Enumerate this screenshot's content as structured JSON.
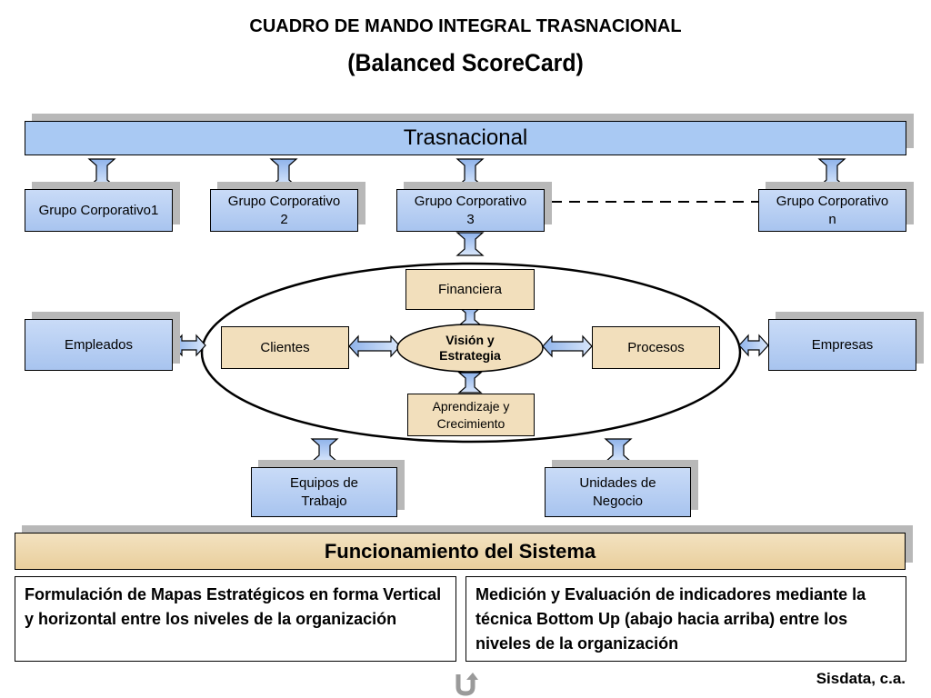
{
  "title": "CUADRO DE MANDO INTEGRAL TRASNACIONAL",
  "subtitle": "(Balanced ScoreCard)",
  "top_bar": "Trasnacional",
  "grupos": [
    "Grupo Corporativo1",
    "Grupo Corporativo 2",
    "Grupo Corporativo 3",
    "Grupo Corporativo n"
  ],
  "stakeholders": {
    "left": "Empleados",
    "right": "Empresas"
  },
  "perspectivas": {
    "top": "Financiera",
    "left": "Clientes",
    "center": "Visión y Estrategia",
    "right": "Procesos",
    "bottom": "Aprendizaje y Crecimiento"
  },
  "unidades": [
    "Equipos de Trabajo",
    "Unidades de Negocio"
  ],
  "sistema": "Funcionamiento del Sistema",
  "notes": [
    "Formulación de Mapas Estratégicos en forma Vertical y horizontal entre los niveles de la organización",
    "Medición y Evaluación de indicadores mediante la técnica Bottom Up (abajo hacia arriba) entre los niveles  de la organización"
  ],
  "footer": "Sisdata, c.a.",
  "icons": {
    "nav": "undo-arrow-icon",
    "connector": "double-arrow-icon"
  },
  "colors": {
    "blue": "#a9c9f3",
    "tan": "#f2dfbc"
  }
}
